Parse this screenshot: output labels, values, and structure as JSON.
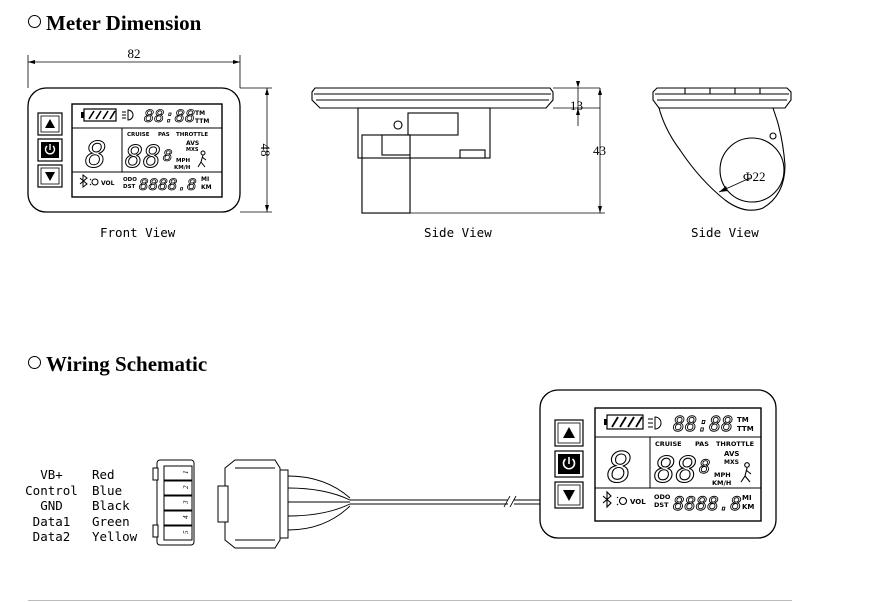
{
  "sections": {
    "dimension_title": "Meter Dimension",
    "wiring_title": "Wiring Schematic"
  },
  "dimensions": {
    "width": "82",
    "height": "48",
    "side_top": "13",
    "side_height": "43",
    "clamp_diameter": "Φ22"
  },
  "views": {
    "front": "Front View",
    "side1": "Side View",
    "side2": "Side View"
  },
  "display": {
    "cruise": "CRUISE",
    "pas": "PAS",
    "throttle": "THROTTLE",
    "avs": "AVS",
    "mxs": "MXS",
    "mph": "MPH",
    "kmh": "KM/H",
    "vol": "VOL",
    "odo": "ODO",
    "dst": "DST",
    "mi": "MI",
    "km": "KM",
    "tm": "TM",
    "ttm": "TTM",
    "clock": "88:88",
    "speed": "88",
    "level": "8",
    "mini": "8",
    "odometer": "8888.8"
  },
  "icons": {
    "up": "up-arrow-icon",
    "power": "power-icon",
    "down": "down-arrow-icon",
    "battery": "battery-icon",
    "light": "headlight-icon",
    "bluetooth": "bluetooth-icon",
    "walk": "walk-assist-icon"
  },
  "wiring": {
    "signals": [
      "VB+",
      "Control",
      "GND",
      "Data1",
      "Data2"
    ],
    "colors": [
      "Red",
      "Blue",
      "Black",
      "Green",
      "Yellow"
    ],
    "pins": [
      "1",
      "2",
      "3",
      "4",
      "5"
    ]
  }
}
